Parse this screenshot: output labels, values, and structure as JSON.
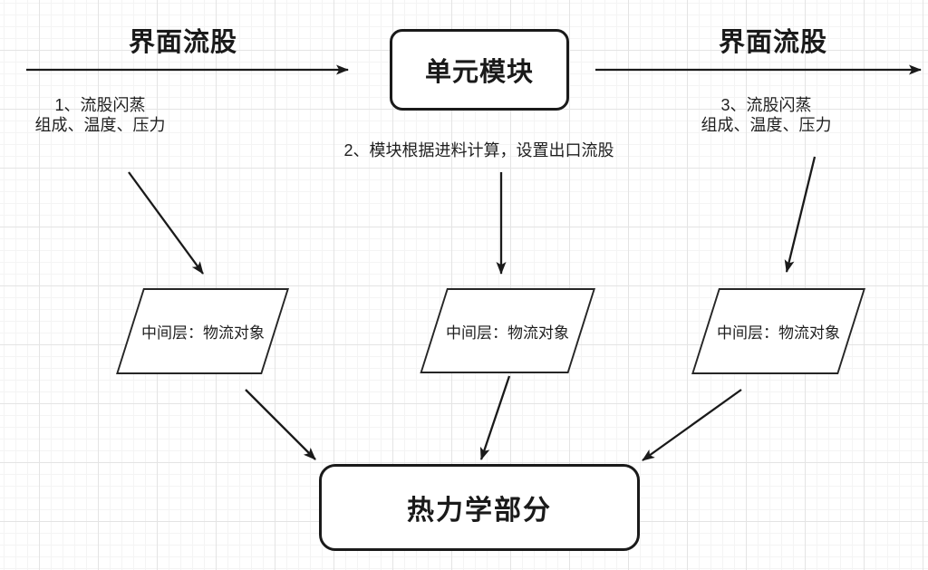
{
  "labels": {
    "stream_left": "界面流股",
    "stream_right": "界面流股"
  },
  "nodes": {
    "unit_module": "单元模块",
    "middle_layer_left": "中间层：物流对象",
    "middle_layer_center": "中间层：物流对象",
    "middle_layer_right": "中间层：物流对象",
    "thermodynamics": "热力学部分"
  },
  "annotations": {
    "note1_line1": "1、流股闪蒸",
    "note1_line2": "组成、温度、压力",
    "note2": "2、模块根据进料计算，设置出口流股",
    "note3_line1": "3、流股闪蒸",
    "note3_line2": "组成、温度、压力"
  },
  "colors": {
    "stroke": "#1a1a1a",
    "background": "#ffffff",
    "grid_minor": "#f4f4f4",
    "grid_major": "#e4e4e4"
  }
}
